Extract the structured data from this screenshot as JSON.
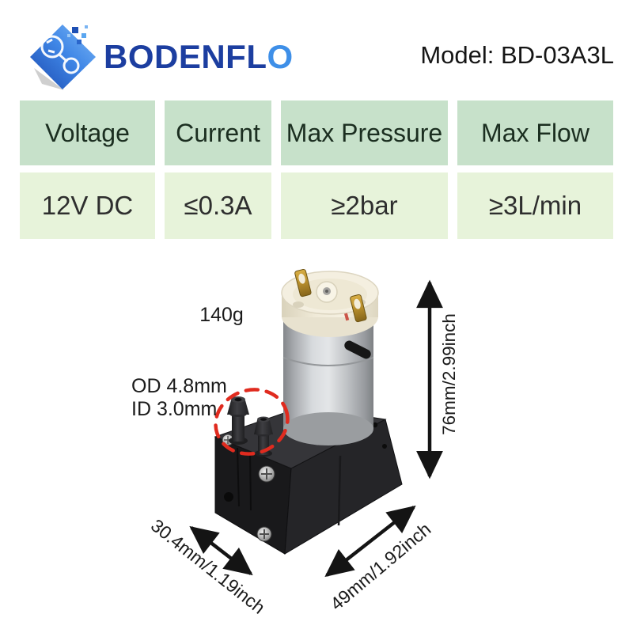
{
  "header": {
    "brand_main": "BODENFL",
    "brand_accent": "O",
    "brand_full": "BODENFLO",
    "model_label": "Model: BD-03A3L"
  },
  "spec_table": {
    "headers": [
      "Voltage",
      "Current",
      "Max Pressure",
      "Max Flow"
    ],
    "values": [
      "12V DC",
      "≤0.3A",
      "≥2bar",
      "≥3L/min"
    ],
    "header_bg": "#c7e1ca",
    "header_text_color": "#1b2e20",
    "value_bg": "#e7f3da",
    "value_text_color": "#2e2e2e"
  },
  "figure": {
    "weight_label": "140g",
    "outer_diameter_label": "OD 4.8mm",
    "inner_diameter_label": "ID 3.0mm",
    "height_dimension": "76mm/2.99inch",
    "width_dimension": "30.4mm/1.19inch",
    "depth_dimension": "49mm/1.92inch",
    "highlight_color": "#e02b1f"
  },
  "colors": {
    "logo_navy": "#1c3ea0",
    "logo_blue": "#3e8fe8",
    "motor_silver": "#c2c5c8",
    "cap_cream": "#f4efe0",
    "pump_body_black": "#1b1b1d"
  }
}
